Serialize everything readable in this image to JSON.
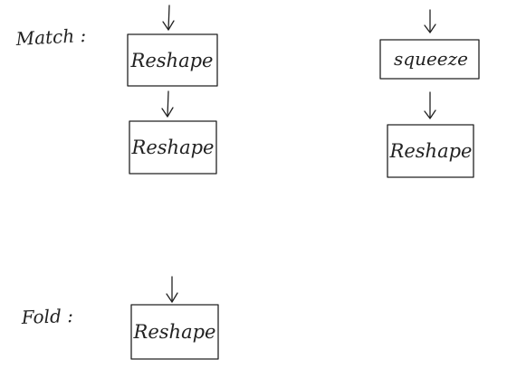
{
  "sections": {
    "match_label": "Match :",
    "fold_label": "Fold :"
  },
  "match_left": {
    "box1": "Reshape",
    "box2": "Reshape"
  },
  "match_right": {
    "box1": "squeeze",
    "box2": "Reshape"
  },
  "fold": {
    "box1": "Reshape"
  },
  "colors": {
    "ink": "#222222",
    "background": "#ffffff"
  }
}
